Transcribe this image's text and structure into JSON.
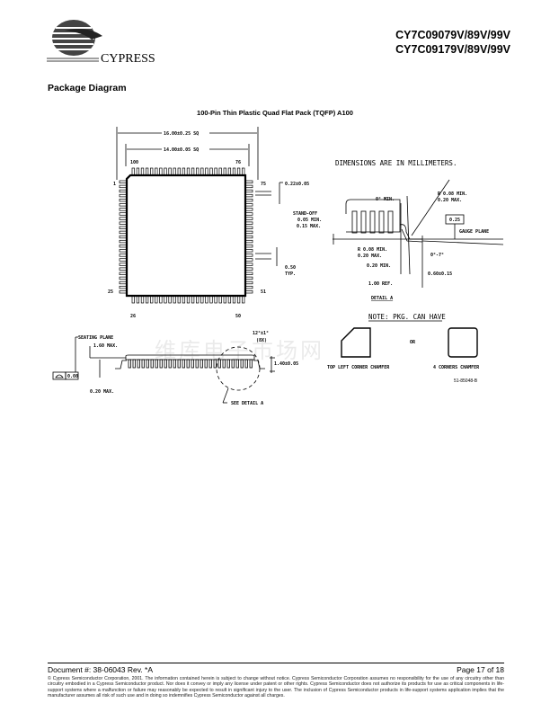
{
  "header": {
    "logo_text": "CYPRESS",
    "part_line1": "CY7C09079V/89V/99V",
    "part_line2": "CY7C09179V/89V/99V"
  },
  "section_title": "Package Diagram",
  "figure": {
    "caption": "100-Pin Thin Plastic Quad Flat Pack (TQFP) A100",
    "top_view": {
      "dim_outer": "16.00±0.25 SQ",
      "dim_inner": "14.00±0.05 SQ",
      "pin_100": "100",
      "pin_76": "76",
      "pin_1": "1",
      "pin_75": "75",
      "pin_25": "25",
      "pin_51": "51",
      "pin_26": "26",
      "pin_50": "50",
      "lead_width": "0.22±0.05",
      "pitch": "0.50",
      "pitch_typ": "TYP."
    },
    "units_note": "DIMENSIONS ARE IN MILLIMETERS.",
    "detail_a": {
      "zero_min": "0° MIN.",
      "r_top_1": "R 0.08 MIN.",
      "r_top_2": "0.20 MAX.",
      "standoff_1": "STAND-OFF",
      "standoff_2": "0.05 MIN.",
      "standoff_3": "0.15 MAX.",
      "gauge_box": "0.25",
      "gauge_plane": "GAUGE PLANE",
      "r_bot_1": "R 0.08 MIN.",
      "r_bot_2": "0.20 MAX.",
      "angle": "0°-7°",
      "min_020": "0.20 MIN.",
      "foot": "0.60±0.15",
      "ref": "1.00 REF.",
      "label": "DETAIL A"
    },
    "note": {
      "title": "NOTE: PKG. CAN HAVE",
      "opt1": "TOP LEFT CORNER CHAMFER",
      "or": "OR",
      "opt2": "4 CORNERS CHAMFER"
    },
    "side_view": {
      "seating_plane": "SEATING PLANE",
      "max_160": "1.60 MAX.",
      "flatness": "0.08",
      "max_020": "0.20 MAX.",
      "angle": "12°±1°",
      "angle_sub": "(8X)",
      "height": "1.40±0.05",
      "see_detail": "SEE DETAIL A"
    },
    "drawing_no": "51-85048-B"
  },
  "watermark": "维库电子市场网",
  "footer": {
    "doc_number": "Document #: 38-06043 Rev. *A",
    "page": "Page 17 of 18",
    "legal": "© Cypress Semiconductor Corporation, 2001. The information contained herein is subject to change without notice. Cypress Semiconductor Corporation assumes no responsibility for the use of any circuitry other than circuitry embodied in a Cypress Semiconductor product. Nor does it convey or imply any license under patent or other rights. Cypress Semiconductor does not authorize its products for use as critical components in life-support systems where a malfunction or failure may reasonably be expected to result in significant injury to the user. The inclusion of Cypress Semiconductor products in life-support systems application implies that the manufacturer assumes all risk of such use and in doing so indemnifies Cypress Semiconductor against all charges."
  }
}
